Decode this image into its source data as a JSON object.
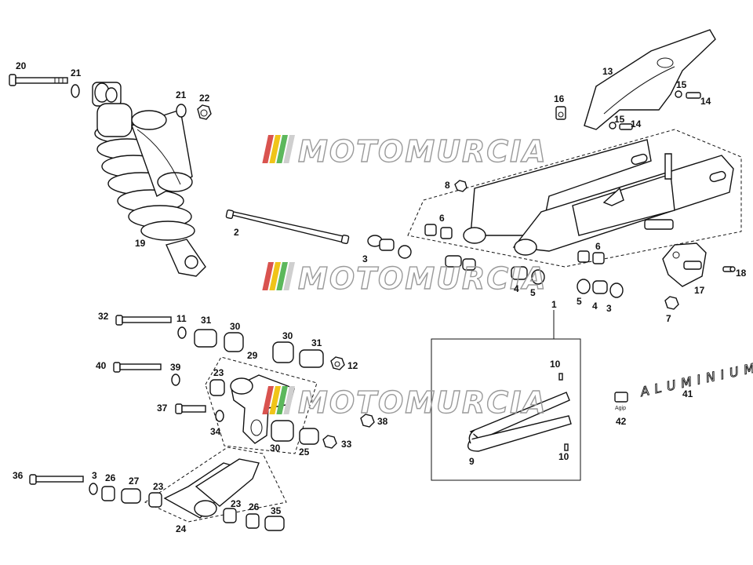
{
  "watermark": {
    "text": "MOTOMURCIA",
    "stripe_colors": [
      "#d9534f",
      "#f0c419",
      "#5cb85c",
      "#cfcfcf"
    ]
  },
  "decals": {
    "logo_text": "ALUMINIUM",
    "brand_text": "Agip"
  },
  "callouts": {
    "1": "1",
    "2": "2",
    "3": "3",
    "4": "4",
    "5": "5",
    "6": "6",
    "7": "7",
    "8": "8",
    "9": "9",
    "10": "10",
    "11": "11",
    "12": "12",
    "13": "13",
    "14": "14",
    "15": "15",
    "16": "16",
    "17": "17",
    "18": "18",
    "19": "19",
    "20": "20",
    "21": "21",
    "22": "22",
    "23": "23",
    "24": "24",
    "25": "25",
    "26": "26",
    "27": "27",
    "29": "29",
    "30": "30",
    "31": "31",
    "32": "32",
    "33": "33",
    "34": "34",
    "35": "35",
    "36": "36",
    "37": "37",
    "38": "38",
    "39": "39",
    "40": "40",
    "41": "41",
    "42": "42"
  }
}
